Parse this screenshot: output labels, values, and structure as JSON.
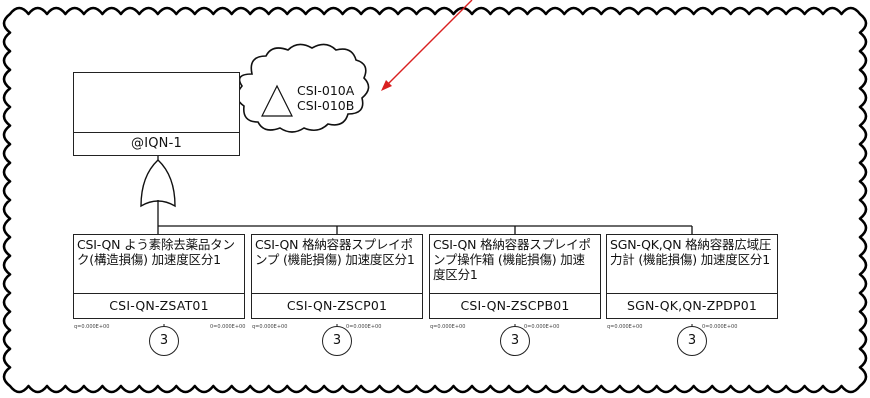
{
  "top_event": {
    "code": "@IQN-1",
    "transfer": {
      "items": [
        "CSI-010A",
        "CSI-010B"
      ]
    }
  },
  "basic_events": [
    {
      "description": "CSI-QN よう素除去薬品タンク(構造損傷) 加速度区分1",
      "code": "CSI-QN-ZSAT01",
      "count": "3",
      "prob_left": "q=0.000E+00",
      "prob_right": "0=0.000E+00"
    },
    {
      "description": "CSI-QN 格納容器スプレイポンプ (機能損傷) 加速度区分1",
      "code": "CSI-QN-ZSCP01",
      "count": "3",
      "prob_left": "q=0.000E+00",
      "prob_right": "0=0.000E+00"
    },
    {
      "description": "CSI-QN 格納容器スプレイポンプ操作箱 (機能損傷) 加速度区分1",
      "code": "CSI-QN-ZSCPB01",
      "count": "3",
      "prob_left": "q=0.000E+00",
      "prob_right": "0=0.000E+00"
    },
    {
      "description": "SGN-QK,QN 格納容器広域圧力計 (機能損傷) 加速度区分1",
      "code": "SGN-QK,QN-ZPDP01",
      "count": "3",
      "prob_left": "q=0.000E+00",
      "prob_right": "0=0.000E+00"
    }
  ]
}
